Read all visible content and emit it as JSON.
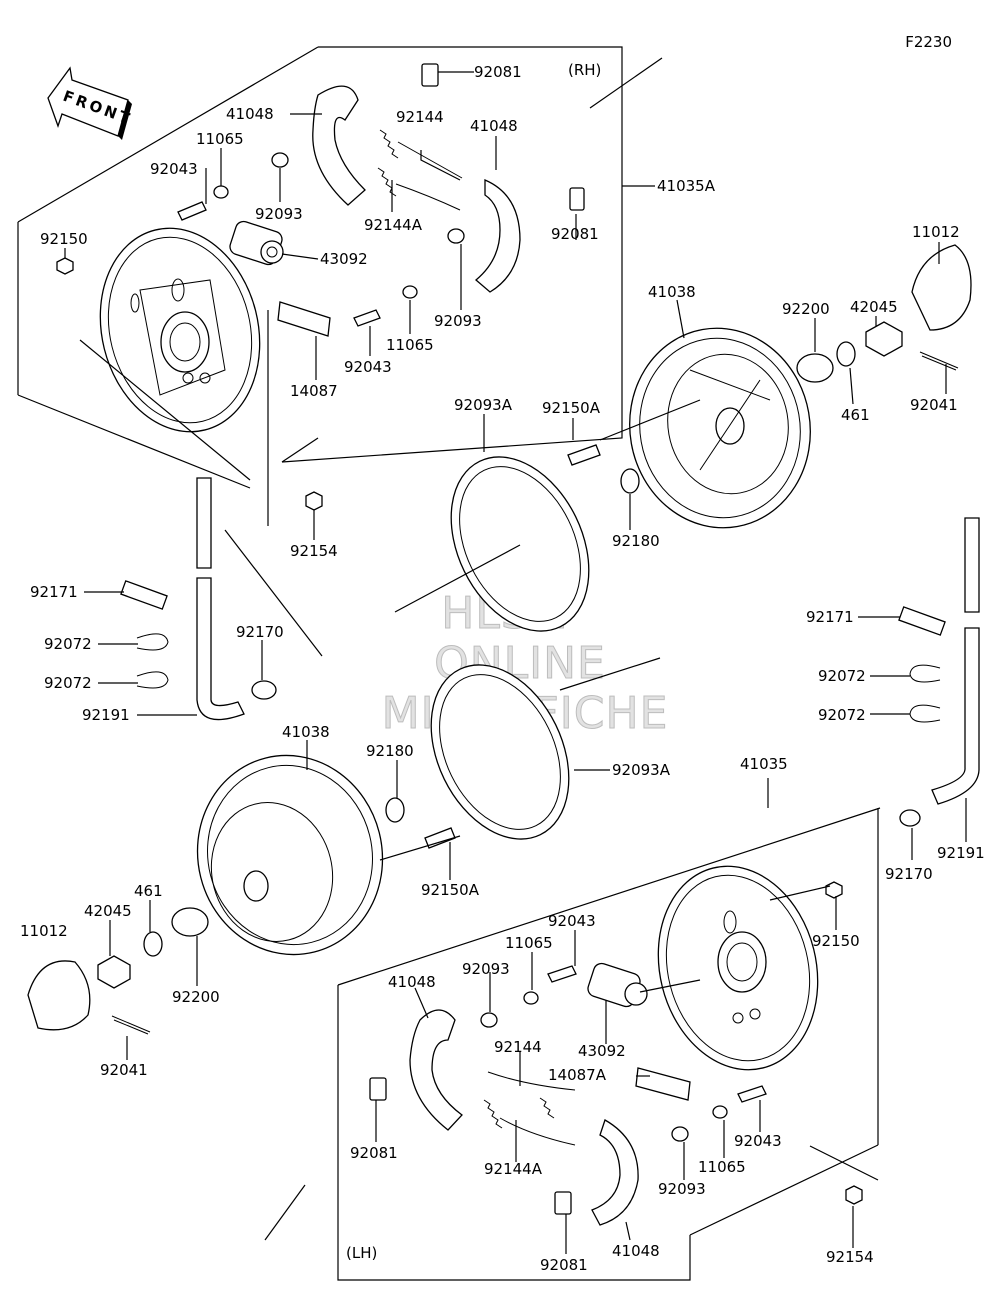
{
  "figure_code": "F2230",
  "front_label": "FRONT",
  "group_labels": {
    "rh": "(RH)",
    "lh": "(LH)"
  },
  "watermark": [
    "HLSM",
    "ONLINE",
    "MICROFICHE"
  ],
  "callouts": [
    "92081",
    "41048",
    "92144",
    "41048",
    "11065",
    "92043",
    "92093",
    "92144A",
    "41035A",
    "92150",
    "43092",
    "92081",
    "11012",
    "41038",
    "92200",
    "42045",
    "14087",
    "92043",
    "11065",
    "92093",
    "461",
    "92041",
    "92093A",
    "92150A",
    "92180",
    "92154",
    "92171",
    "92072",
    "92072",
    "92170",
    "92191",
    "41038",
    "92180",
    "92093A",
    "41035",
    "92171",
    "92072",
    "92072",
    "92191",
    "92170",
    "92150A",
    "461",
    "42045",
    "11012",
    "92200",
    "92041",
    "92150",
    "92043",
    "11065",
    "92093",
    "41048",
    "43092",
    "92144",
    "14087A",
    "92081",
    "92144A",
    "92043",
    "11065",
    "92093",
    "92081",
    "41048",
    "92154"
  ]
}
